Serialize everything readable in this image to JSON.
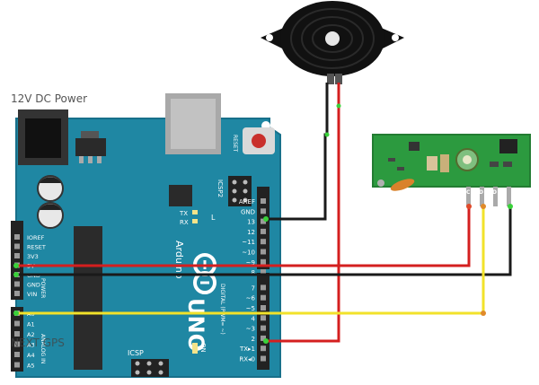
{
  "power_label": "12V DC Power",
  "watermark": "NEXT GPS",
  "board": {
    "reset": "RESET",
    "icsp2": "ICSP2",
    "icsp": "ICSP",
    "tx": "TX",
    "rx": "RX",
    "l": "L",
    "on": "ON",
    "arduino": "Arduino",
    "uno": "UNO",
    "digital": "DIGITAL (PWM= ~)",
    "power": "POWER",
    "analog_in": "ANALOG IN",
    "left_pins": [
      "IOREF",
      "RESET",
      "3V3",
      "5V",
      "GND",
      "GND",
      "VIN"
    ],
    "analog_pins": [
      "A0",
      "A1",
      "A2",
      "A3",
      "A4",
      "A5"
    ],
    "right_pins": [
      "AREF",
      "GND",
      "13",
      "12",
      "~11",
      "~10",
      "~9",
      "8",
      "7",
      "~6",
      "~5",
      "4",
      "~3",
      "2",
      "TX▸1",
      "RX◂0"
    ]
  },
  "module": {
    "pins": [
      "VCC",
      "D",
      "D",
      "GND"
    ]
  },
  "colors": {
    "board": "#1f87a3",
    "wire_red": "#d41f1f",
    "wire_yellow": "#f2e22a",
    "wire_black": "#1a1a1a",
    "module": "#2c9a3f",
    "buzzer": "#111111"
  }
}
